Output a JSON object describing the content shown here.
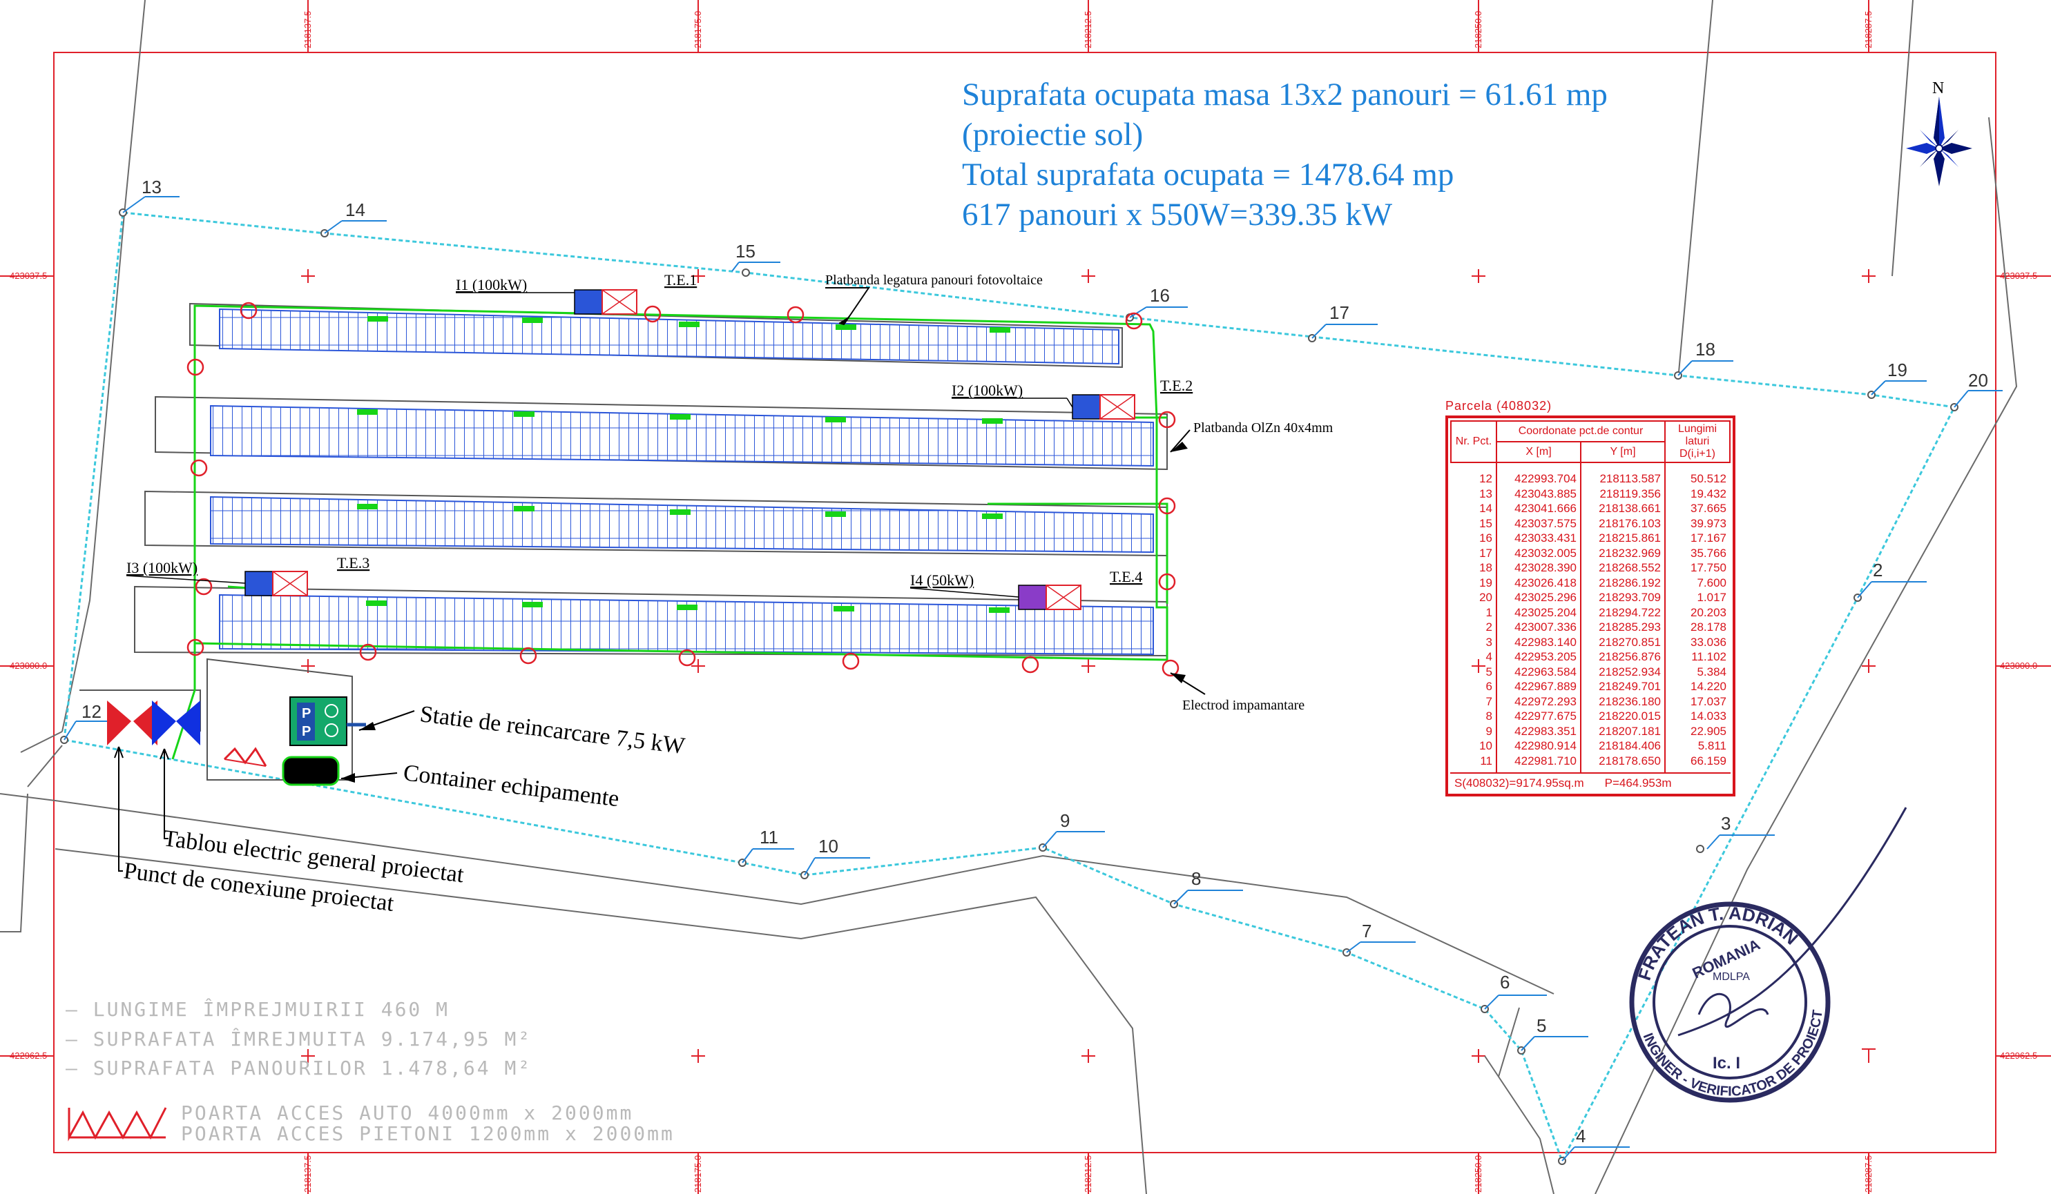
{
  "summary": {
    "line1": "Suprafata ocupata masa 13x2 panouri = 61.61 mp",
    "line2": "(proiectie sol)",
    "line3": "Total suprafata ocupata = 1478.64 mp",
    "line4": "617 panouri x 550W=339.35 kW"
  },
  "north": "N",
  "grid": {
    "x_coords": [
      "218137.5",
      "218175.0",
      "218212.5",
      "218250.0",
      "218287.5"
    ],
    "y_coords": [
      "423037.5",
      "423000.0",
      "422962.5"
    ]
  },
  "labels": {
    "inverters": [
      "I1 (100kW)",
      "I2 (100kW)",
      "I3 (100kW)",
      "I4 (50kW)"
    ],
    "te": [
      "T.E.1",
      "T.E.2",
      "T.E.3",
      "T.E.4"
    ],
    "platbanda_legatura": "Platbanda legatura panouri fotovoltaice",
    "platbanda_olzn": "Platbanda OlZn 40x4mm",
    "electrod": "Electrod impamantare",
    "statie": "Statie de reincarcare 7,5 kW",
    "container": "Container echipamente",
    "tablou": "Tablou electric general proiectat",
    "punct": "Punct de conexiune proiectat"
  },
  "points": [
    "12",
    "13",
    "14",
    "15",
    "16",
    "17",
    "18",
    "19",
    "20",
    "2",
    "3",
    "4",
    "5",
    "6",
    "7",
    "8",
    "9",
    "10",
    "11"
  ],
  "legend": {
    "lungime": "— LUNGIME ÎMPREJMUIRII     460  M",
    "suprafata": "— SUPRAFATA ÎMREJMUITA     9.174,95  M²",
    "panouri": "— SUPRAFATA PANOURILOR     1.478,64  M²",
    "poarta_auto": "POARTA  ACCES  AUTO  4000mm  x  2000mm",
    "poarta_pietoni": "POARTA  ACCES  PIETONI  1200mm  x  2000mm"
  },
  "parcel": {
    "title": "Parcela (408032)",
    "headers": {
      "nr": "Nr. Pct.",
      "coord": "Coordonate pct.de contur",
      "x": "X [m]",
      "y": "Y [m]",
      "len": "Lungimi laturi D(i,i+1)"
    },
    "rows": [
      [
        "12",
        "422993.704",
        "218113.587",
        "50.512"
      ],
      [
        "13",
        "423043.885",
        "218119.356",
        "19.432"
      ],
      [
        "14",
        "423041.666",
        "218138.661",
        "37.665"
      ],
      [
        "15",
        "423037.575",
        "218176.103",
        "39.973"
      ],
      [
        "16",
        "423033.431",
        "218215.861",
        "17.167"
      ],
      [
        "17",
        "423032.005",
        "218232.969",
        "35.766"
      ],
      [
        "18",
        "423028.390",
        "218268.552",
        "17.750"
      ],
      [
        "19",
        "423026.418",
        "218286.192",
        "7.600"
      ],
      [
        "20",
        "423025.296",
        "218293.709",
        "1.017"
      ],
      [
        "1",
        "423025.204",
        "218294.722",
        "20.203"
      ],
      [
        "2",
        "423007.336",
        "218285.293",
        "28.178"
      ],
      [
        "3",
        "422983.140",
        "218270.851",
        "33.036"
      ],
      [
        "4",
        "422953.205",
        "218256.876",
        "11.102"
      ],
      [
        "5",
        "422963.584",
        "218252.934",
        "5.384"
      ],
      [
        "6",
        "422967.889",
        "218249.701",
        "14.220"
      ],
      [
        "7",
        "422972.293",
        "218236.180",
        "17.037"
      ],
      [
        "8",
        "422977.675",
        "218220.015",
        "14.033"
      ],
      [
        "9",
        "422983.351",
        "218207.181",
        "22.905"
      ],
      [
        "10",
        "422980.914",
        "218184.406",
        "5.811"
      ],
      [
        "11",
        "422981.710",
        "218178.650",
        "66.159"
      ]
    ],
    "area": "S(408032)=9174.95sq.m",
    "perimeter": "P=464.953m"
  },
  "stamp": {
    "name": "FRATEAN T. ADRIAN",
    "country": "ROMANIA",
    "ministry": "MDLPA",
    "role": "INGINER - VERIFICATOR DE PROIECTE",
    "category": "Ic. I"
  },
  "colors": {
    "frame": "#e0202a",
    "fence": "#3cc8dc",
    "green": "#17d417",
    "panel": "#2a55d8",
    "summary": "#1e82d8"
  }
}
